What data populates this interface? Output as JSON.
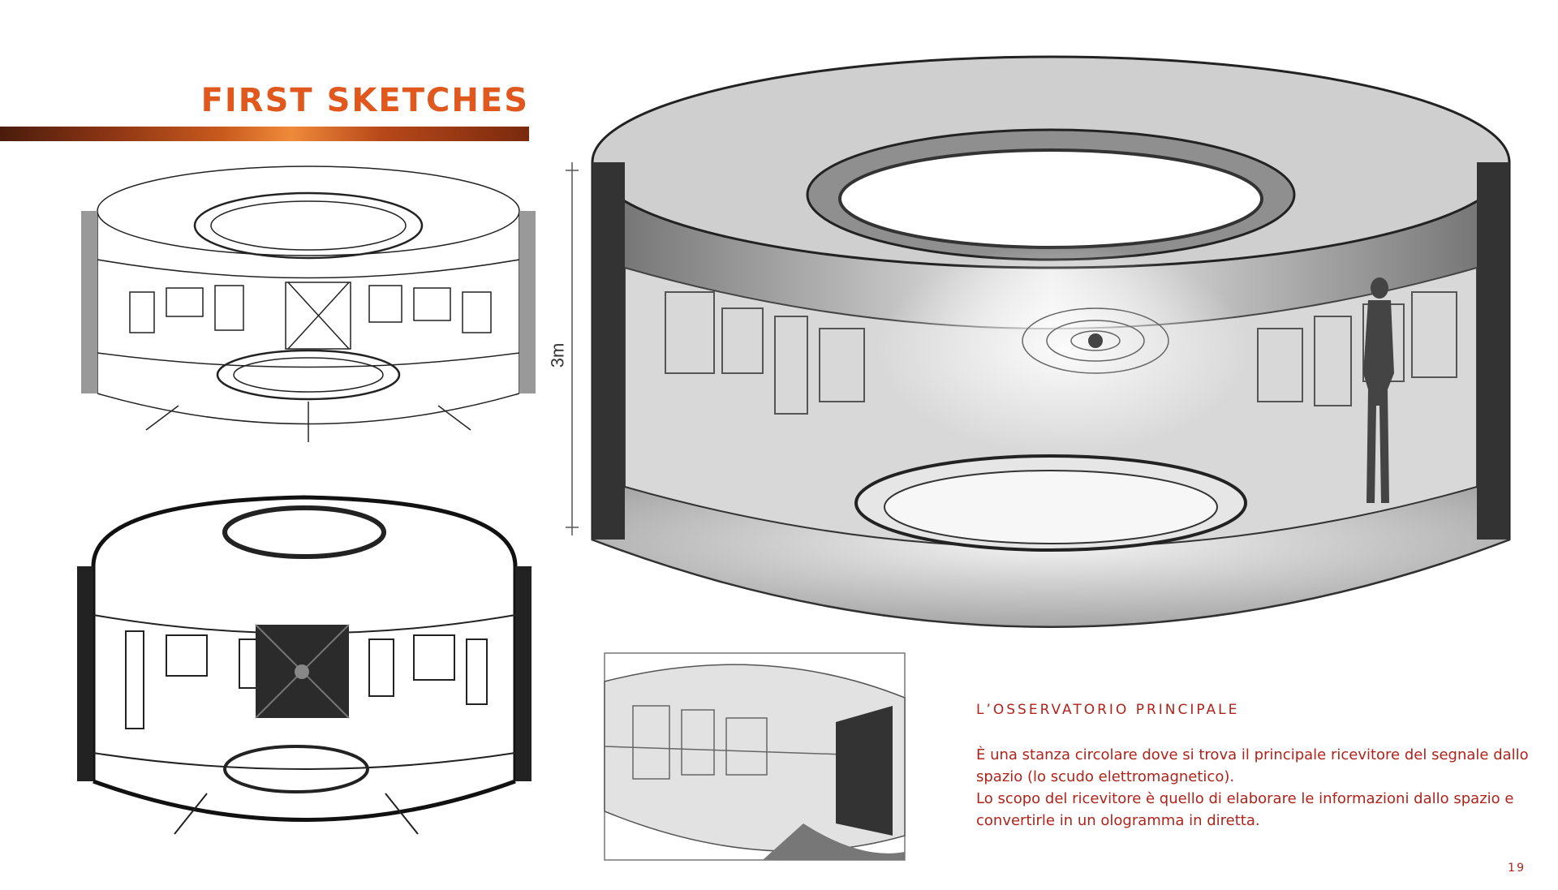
{
  "header": {
    "title": "FIRST SKETCHES"
  },
  "dimension": {
    "label": "3m"
  },
  "caption": {
    "title": "L’OSSERVATORIO PRINCIPALE",
    "paragraph1": "È una stanza circolare dove si trova il principale ricevitore del segnale dallo spazio (lo scudo elettromagnetico).",
    "paragraph2": "Lo scopo del ricevitore è quello di elaborare le informazioni dallo spazio e convertirle in un ologramma in diretta."
  },
  "page_number": "19",
  "colors": {
    "accent": "#e0581e",
    "caption": "#b0231a"
  }
}
